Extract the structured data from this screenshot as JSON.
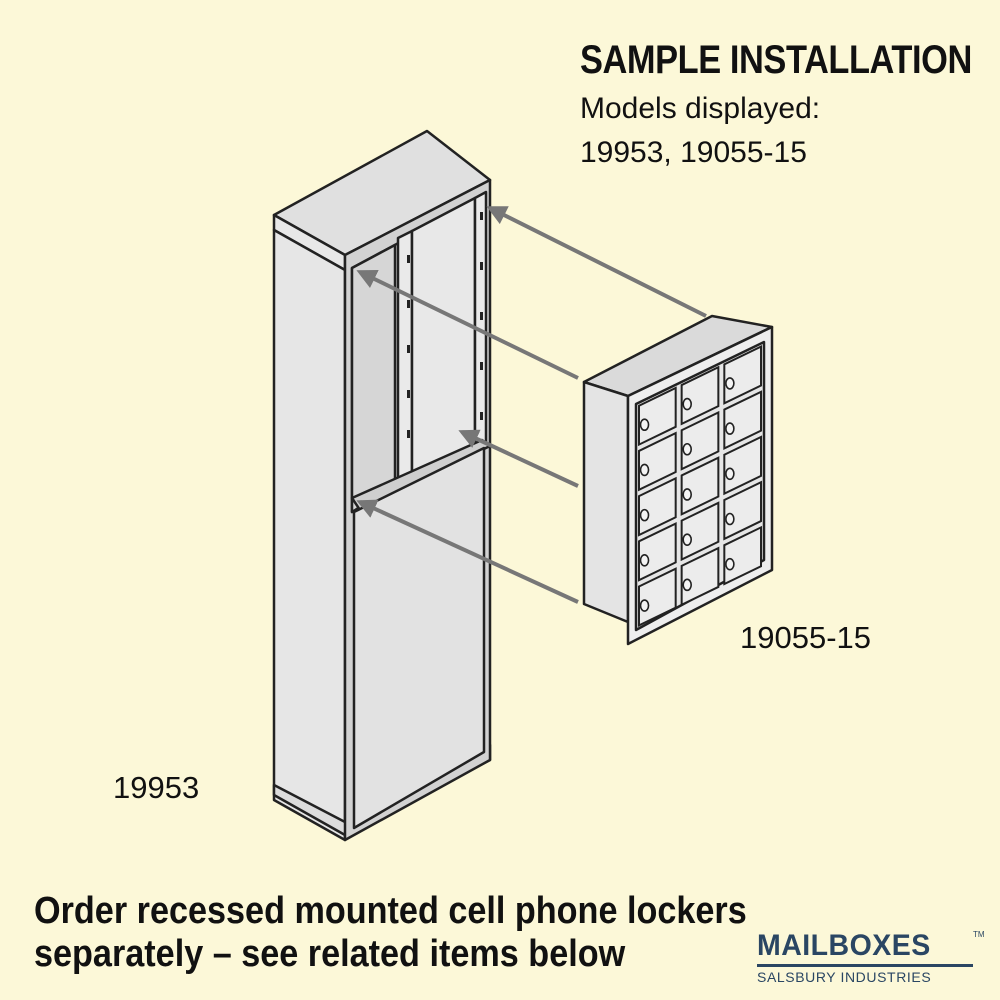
{
  "heading": {
    "title": "SAMPLE INSTALLATION",
    "models_label": "Models displayed:",
    "models_list": "19953, 19055-15"
  },
  "labels": {
    "locker_model": "19055-15",
    "cabinet_model": "19953"
  },
  "footer": {
    "line1": "Order recessed mounted cell phone lockers",
    "line2": "separately – see related items below"
  },
  "brand": {
    "name": "MAILBOXES",
    "trademark": "TM",
    "subtitle": "SALSBURY INDUSTRIES"
  },
  "colors": {
    "background": "#fcf8d8",
    "brand": "#2a4663",
    "arrow": "#777777",
    "panel": "#e6e6e6"
  },
  "locker_grid": {
    "columns": 3,
    "rows": 5,
    "doors": 15
  }
}
